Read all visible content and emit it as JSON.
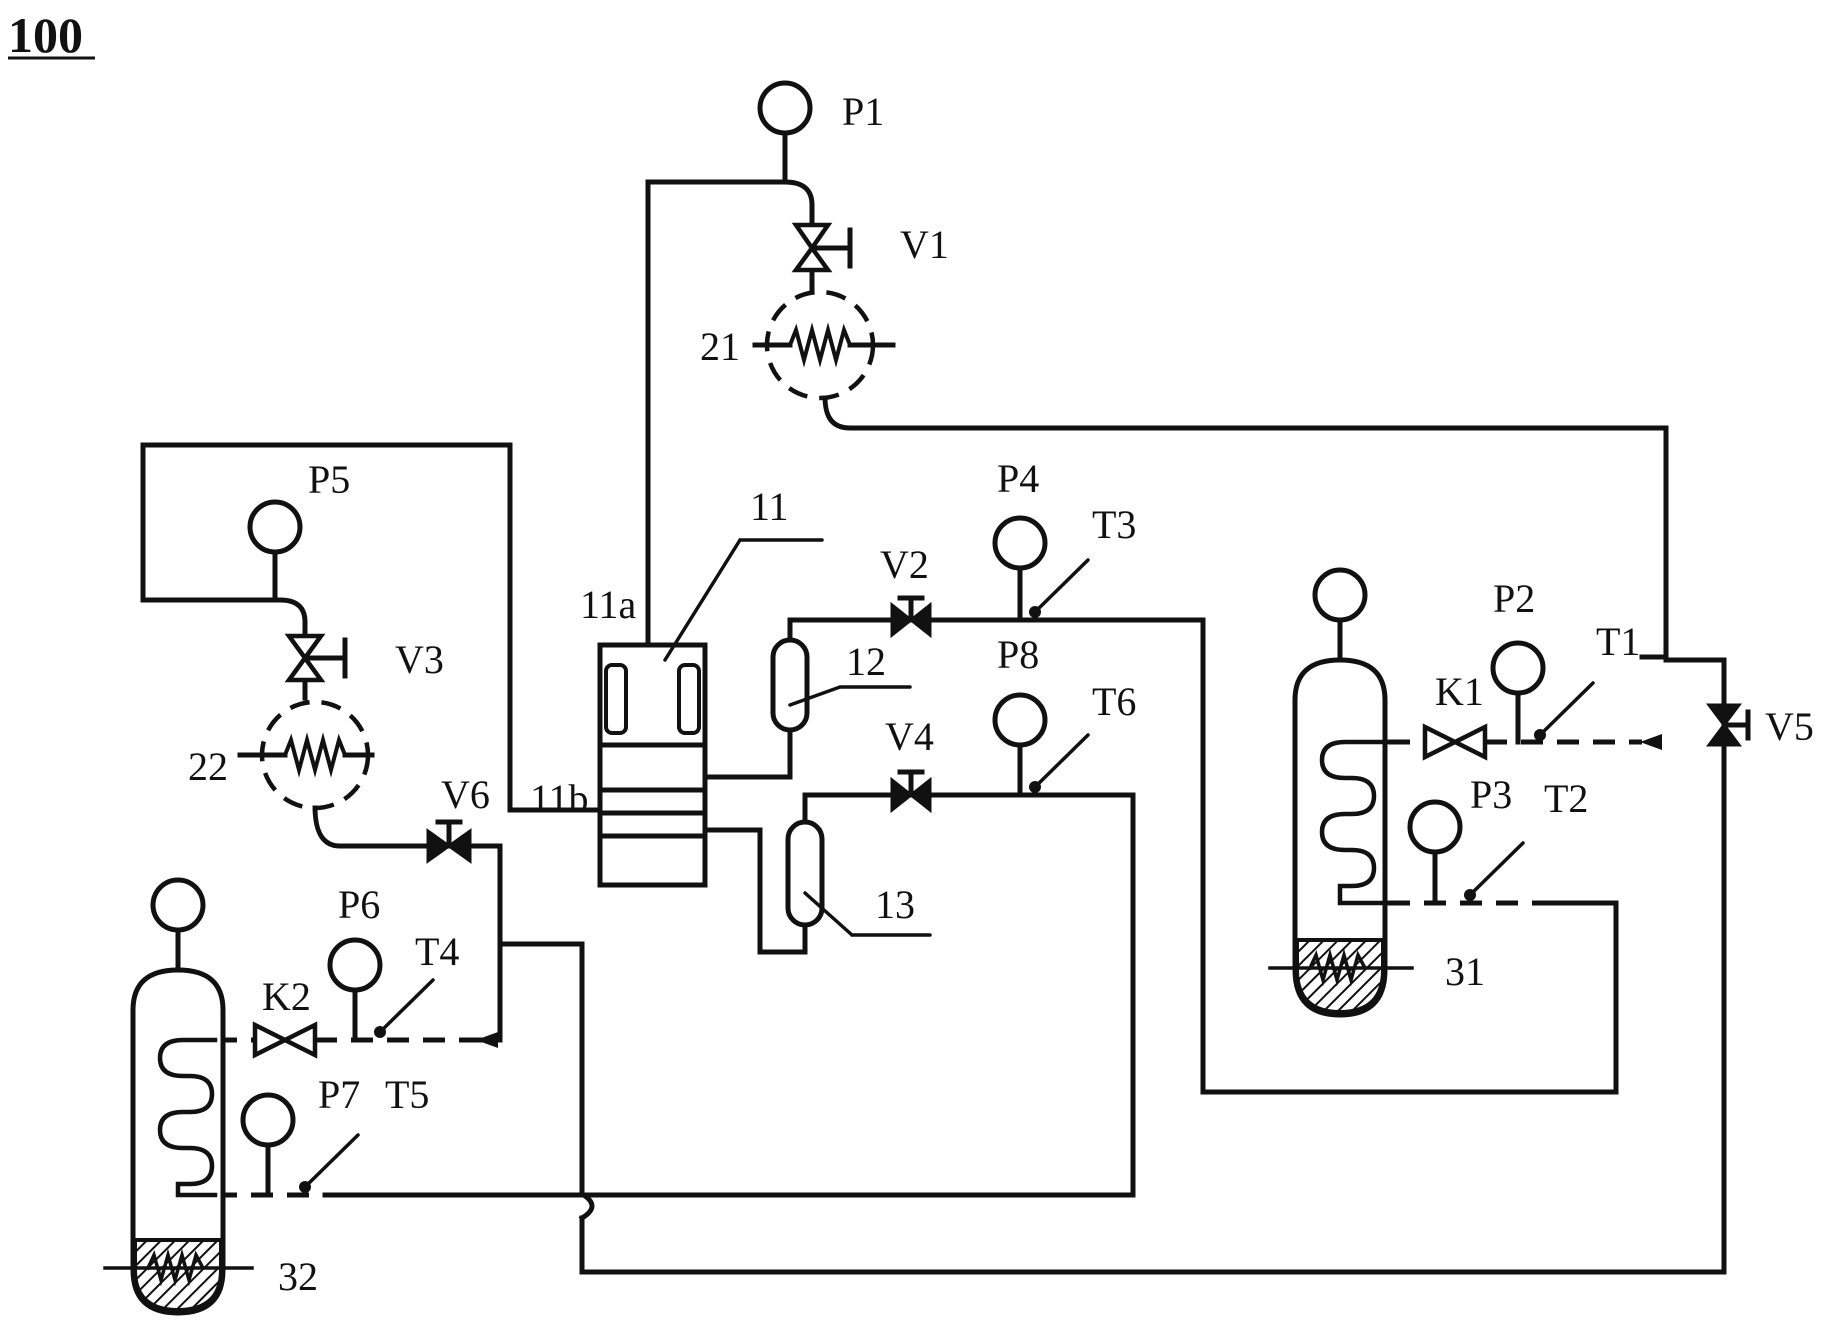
{
  "figure": {
    "number": "100"
  },
  "labels": {
    "P1": "P1",
    "P2": "P2",
    "P3": "P3",
    "P4": "P4",
    "P5": "P5",
    "P6": "P6",
    "P7": "P7",
    "P8": "P8",
    "V1": "V1",
    "V2": "V2",
    "V3": "V3",
    "V4": "V4",
    "V5": "V5",
    "V6": "V6",
    "K1": "K1",
    "K2": "K2",
    "T1": "T1",
    "T2": "T2",
    "T3": "T3",
    "T4": "T4",
    "T5": "T5",
    "T6": "T6",
    "n11": "11",
    "n11a": "11a",
    "n11b": "11b",
    "n12": "12",
    "n13": "13",
    "n21": "21",
    "n22": "22",
    "n31": "31",
    "n32": "32"
  }
}
